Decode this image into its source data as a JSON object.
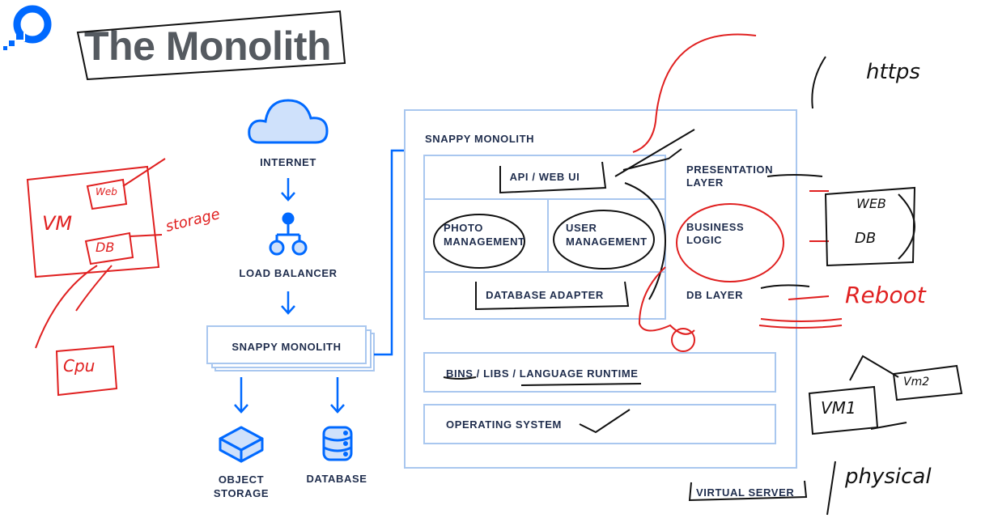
{
  "title": "The Monolith",
  "left_diagram": {
    "internet": "INTERNET",
    "load_balancer": "LOAD BALANCER",
    "monolith": "SNAPPY MONOLITH",
    "object_storage": "OBJECT\nSTORAGE",
    "database": "DATABASE"
  },
  "server": {
    "heading": "SNAPPY MONOLITH",
    "api": "API / WEB UI",
    "photo": "PHOTO\nMANAGEMENT",
    "user": "USER\nMANAGEMENT",
    "db_adapter": "DATABASE ADAPTER",
    "bins": "BINS / LIBS / LANGUAGE RUNTIME",
    "os": "OPERATING SYSTEM",
    "presentation": "PRESENTATION\nLAYER",
    "business": "BUSINESS\nLOGIC",
    "db_layer": "DB LAYER",
    "virtual_server": "VIRTUAL SERVER"
  },
  "annotations": {
    "vm": "VM",
    "web": "Web",
    "db": "DB",
    "storage": "storage",
    "cpu": "Cpu",
    "https": "https",
    "web_right": "WEB",
    "db_right": "DB",
    "reboot": "Reboot",
    "vm1": "VM1",
    "vm2": "Vm2",
    "physical": "physical"
  },
  "colors": {
    "accent_blue": "#0069ff",
    "box_border": "#a9c7ef",
    "title_gray": "#555a60",
    "ink_red": "#e02020"
  }
}
